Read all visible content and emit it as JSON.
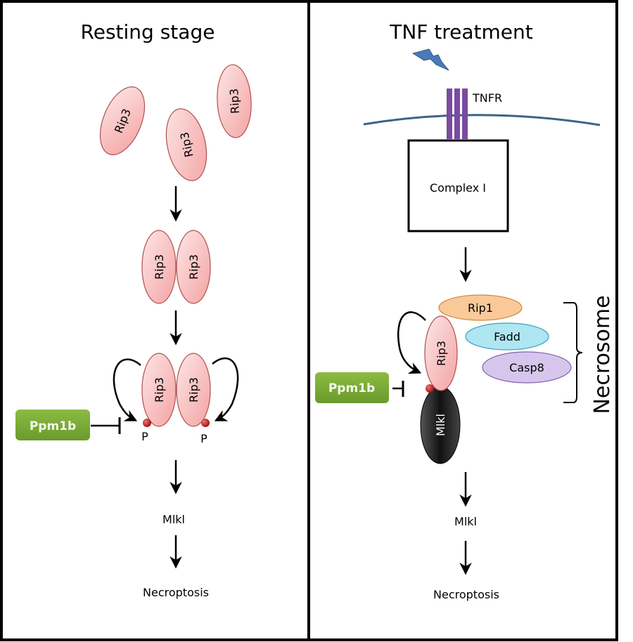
{
  "left_panel": {
    "title": "Resting stage",
    "monomer_label": "Rip3",
    "dimer_label": "Rip3",
    "phospho_label": "P",
    "inhibitor_label": "Ppm1b",
    "step1_label": "Mlkl",
    "step2_label": "Necroptosis"
  },
  "right_panel": {
    "title": "TNF treatment",
    "receptor_label": "TNFR",
    "complex_label": "Complex I",
    "rip1_label": "Rip1",
    "fadd_label": "Fadd",
    "casp8_label": "Casp8",
    "rip3_label": "Rip3",
    "mlkl_protein_label": "Mlkl",
    "necrosome_label": "Necrosome",
    "inhibitor_label": "Ppm1b",
    "step1_label": "Mlkl",
    "step2_label": "Necroptosis"
  },
  "colors": {
    "rip3_fill": "#f7b8b8",
    "rip3_stroke": "#b05050",
    "rip1_fill": "#f9c99a",
    "fadd_fill": "#aee6f2",
    "casp8_fill": "#d7c6ec",
    "mlkl_fill": "#1c1c1c",
    "ppm1b_fill": "#7ea83a",
    "tnfr": "#7a4aa0",
    "membrane": "#3e6387",
    "lightning": "#4a7ab8",
    "phospho": "#c0282a"
  }
}
